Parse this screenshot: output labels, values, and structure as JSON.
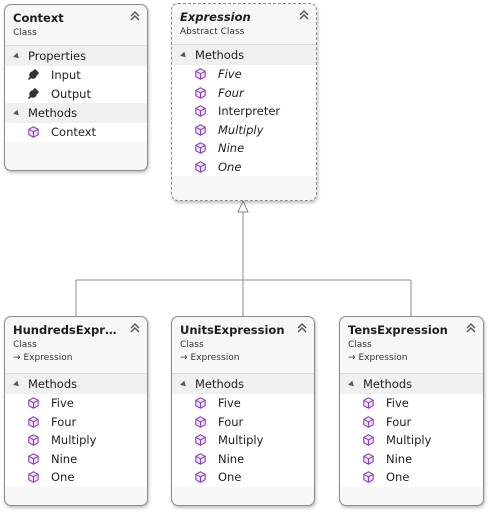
{
  "context": {
    "title": "Context",
    "stereotype": "Class",
    "sections": [
      {
        "label": "Properties",
        "items": [
          {
            "label": "Input"
          },
          {
            "label": "Output"
          }
        ]
      },
      {
        "label": "Methods",
        "items": [
          {
            "label": "Context"
          }
        ]
      }
    ]
  },
  "expression": {
    "title": "Expression",
    "stereotype": "Abstract Class",
    "section_label": "Methods",
    "methods": [
      {
        "label": "Five",
        "italic": true
      },
      {
        "label": "Four",
        "italic": true
      },
      {
        "label": "Interpreter",
        "italic": false
      },
      {
        "label": "Multiply",
        "italic": true
      },
      {
        "label": "Nine",
        "italic": true
      },
      {
        "label": "One",
        "italic": true
      }
    ]
  },
  "hundreds": {
    "title": "HundredsExpres...",
    "stereotype": "Class",
    "base": "Expression",
    "section_label": "Methods",
    "methods": [
      "Five",
      "Four",
      "Multiply",
      "Nine",
      "One"
    ]
  },
  "units": {
    "title": "UnitsExpression",
    "stereotype": "Class",
    "base": "Expression",
    "section_label": "Methods",
    "methods": [
      "Five",
      "Four",
      "Multiply",
      "Nine",
      "One"
    ]
  },
  "tens": {
    "title": "TensExpression",
    "stereotype": "Class",
    "base": "Expression",
    "section_label": "Methods",
    "methods": [
      "Five",
      "Four",
      "Multiply",
      "Nine",
      "One"
    ]
  },
  "colors": {
    "method_icon": "#8a3fbf",
    "wrench_icon": "#333333",
    "connector": "#8c8c8c"
  },
  "icons": {
    "method": "cube-icon",
    "property": "wrench-icon",
    "collapse": "double-chevron-up-icon",
    "inherit": "arrow-right-icon"
  }
}
